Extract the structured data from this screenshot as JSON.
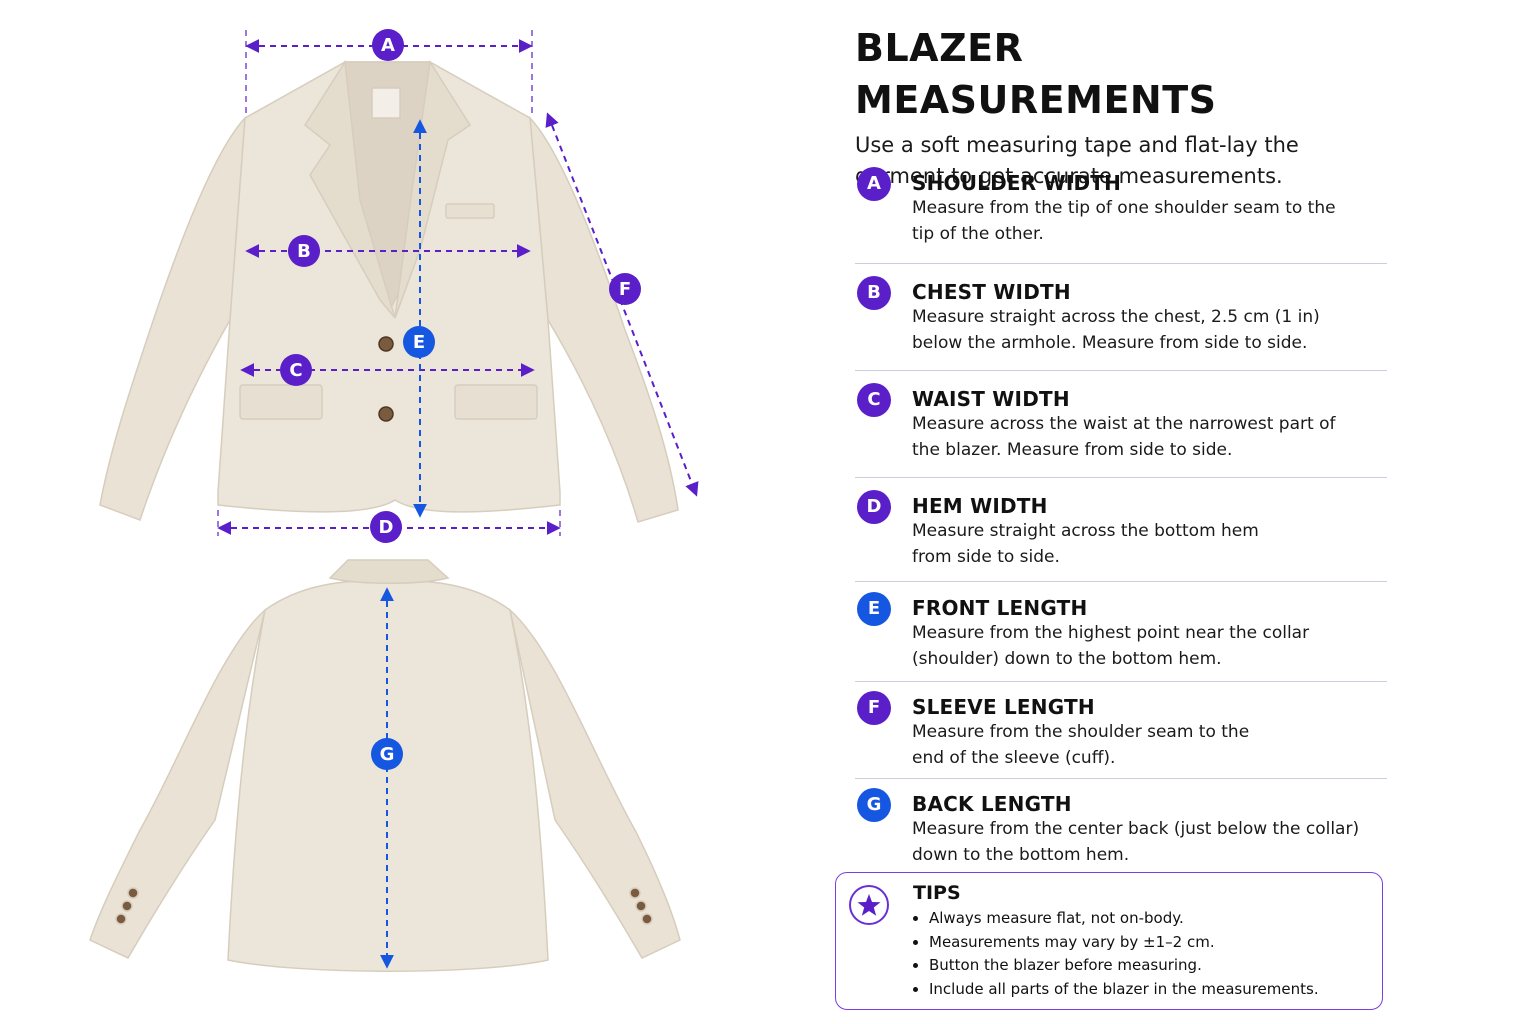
{
  "header": {
    "title": "BLAZER MEASUREMENTS",
    "subtitle": "Use a soft measuring tape and flat-lay the garment to get accurate measurements."
  },
  "colors": {
    "purple": "#5b1fc9",
    "blue": "#1557e0",
    "fabric": "#ece5d9",
    "divider": "#c9cfdc"
  },
  "measurements": [
    {
      "letter": "A",
      "title": "SHOULDER WIDTH",
      "desc": "Measure from the tip of one shoulder seam to the tip of the other.",
      "color": "purple"
    },
    {
      "letter": "B",
      "title": "CHEST WIDTH",
      "desc": "Measure straight across the chest, 2.5 cm (1 in) below the armhole. Measure from side to side.",
      "color": "purple"
    },
    {
      "letter": "C",
      "title": "WAIST WIDTH",
      "desc": "Measure across the waist at the narrowest part of the blazer. Measure from side to side.",
      "color": "purple"
    },
    {
      "letter": "D",
      "title": "HEM WIDTH",
      "desc": "Measure straight across the bottom hem from side to side.",
      "color": "purple"
    },
    {
      "letter": "E",
      "title": "FRONT LENGTH",
      "desc": "Measure from the highest point near the collar (shoulder) down to the bottom hem.",
      "color": "blue"
    },
    {
      "letter": "F",
      "title": "SLEEVE LENGTH",
      "desc": "Measure from the shoulder seam to the end of the sleeve (cuff).",
      "color": "purple"
    },
    {
      "letter": "G",
      "title": "BACK LENGTH",
      "desc": "Measure from the center back (just below the collar) down to the bottom hem.",
      "color": "blue"
    }
  ],
  "tips": {
    "title": "TIPS",
    "icon": "star-icon",
    "items": [
      "Always measure flat, not on-body.",
      "Measurements may vary by ±1–2 cm.",
      "Button the blazer before measuring.",
      "Include all parts of the blazer in the measurements."
    ]
  }
}
